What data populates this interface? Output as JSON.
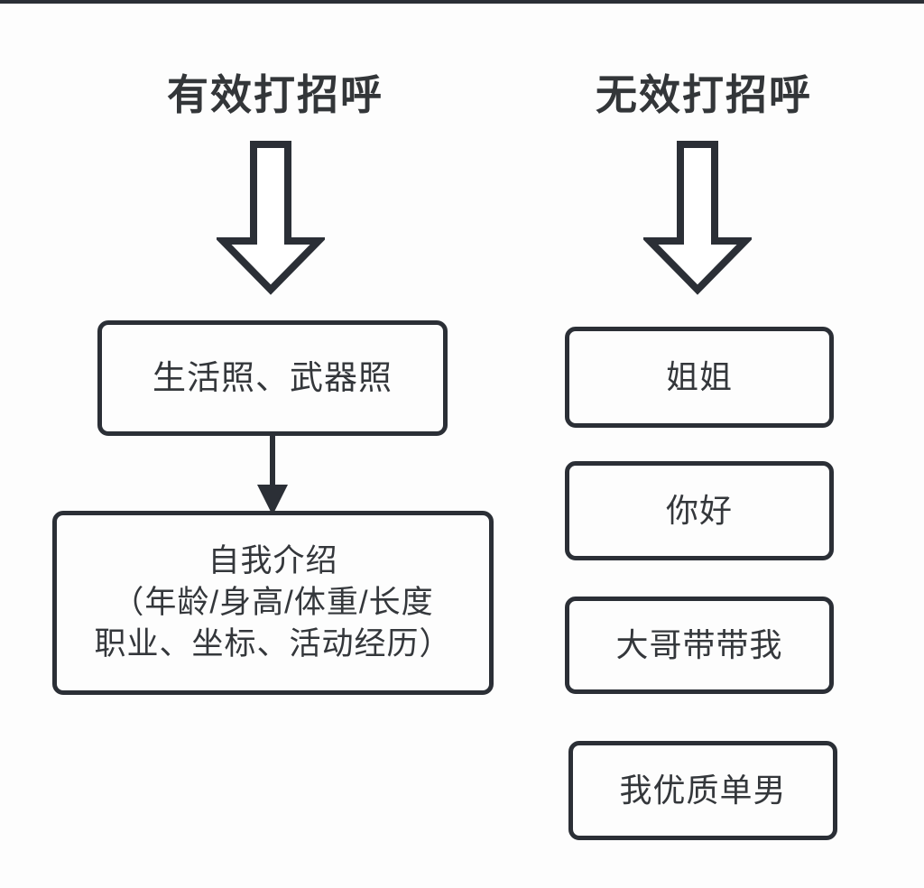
{
  "diagram": {
    "title_left": "有效打招呼",
    "title_right": "无效打招呼",
    "columns": [
      {
        "id": "effective",
        "heading": "有效打招呼",
        "arrow": "down-arrow-icon",
        "nodes": [
          {
            "id": "photos",
            "text": "生活照、武器照"
          },
          {
            "id": "self-intro",
            "lines": [
              "自我介绍",
              "（年龄/身高/体重/长度",
              "职业、坐标、活动经历）"
            ]
          }
        ],
        "connectors": [
          {
            "from": "photos",
            "to": "self-intro",
            "style": "solid-arrow"
          }
        ]
      },
      {
        "id": "ineffective",
        "heading": "无效打招呼",
        "arrow": "down-arrow-icon",
        "nodes": [
          {
            "id": "sister",
            "text": "姐姐"
          },
          {
            "id": "hello",
            "text": "你好"
          },
          {
            "id": "carry-me",
            "text": "大哥带带我"
          },
          {
            "id": "quality-single-man",
            "text": "我优质单男"
          }
        ],
        "connectors": []
      }
    ],
    "colors": {
      "stroke": "#2b2f36",
      "text": "#34373b",
      "background": "#fdfdfd"
    }
  }
}
